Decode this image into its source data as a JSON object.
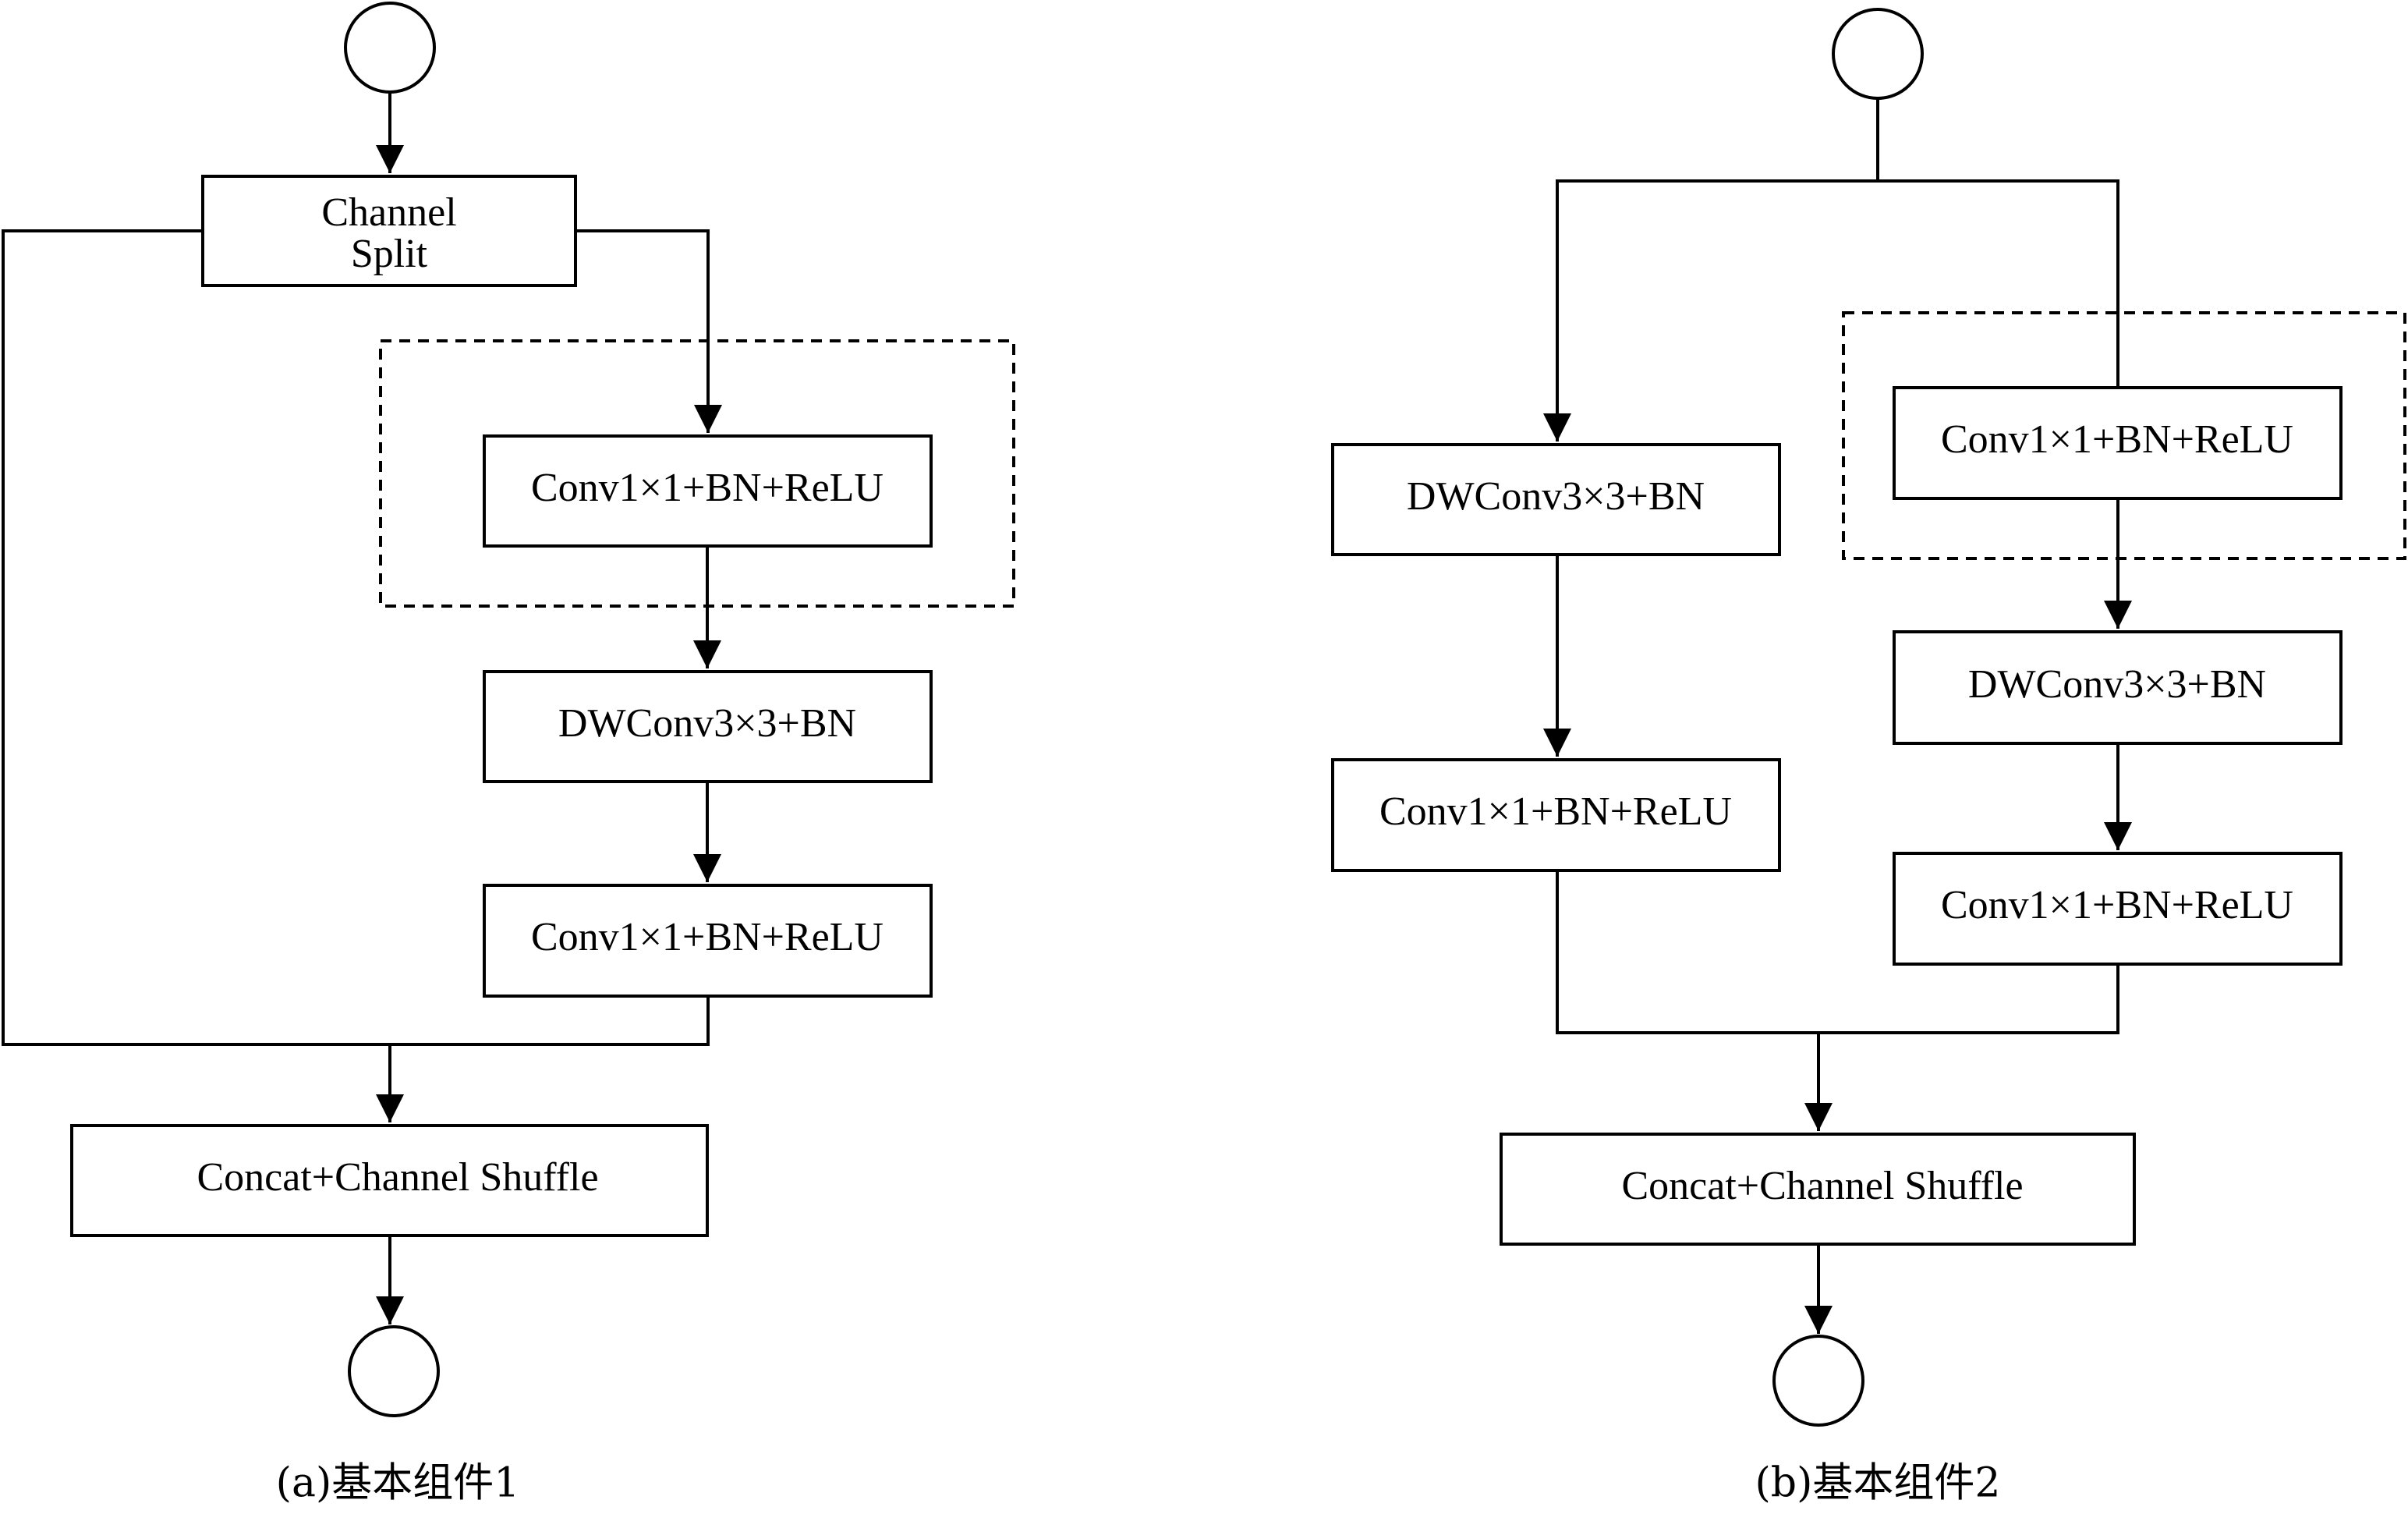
{
  "diagram_a": {
    "channel_split_line1": "Channel",
    "channel_split_line2": "Split",
    "conv1_label": "Conv1×1+BN+ReLU",
    "dwconv_label": "DWConv3×3+BN",
    "conv2_label": "Conv1×1+BN+ReLU",
    "concat_label": "Concat+Channel Shuffle",
    "caption": "(a)基本组件1"
  },
  "diagram_b": {
    "left_dwconv_label": "DWConv3×3+BN",
    "left_conv_label": "Conv1×1+BN+ReLU",
    "right_conv1_label": "Conv1×1+BN+ReLU",
    "right_dwconv_label": "DWConv3×3+BN",
    "right_conv2_label": "Conv1×1+BN+ReLU",
    "concat_label": "Concat+Channel Shuffle",
    "caption": "(b)基本组件2"
  }
}
